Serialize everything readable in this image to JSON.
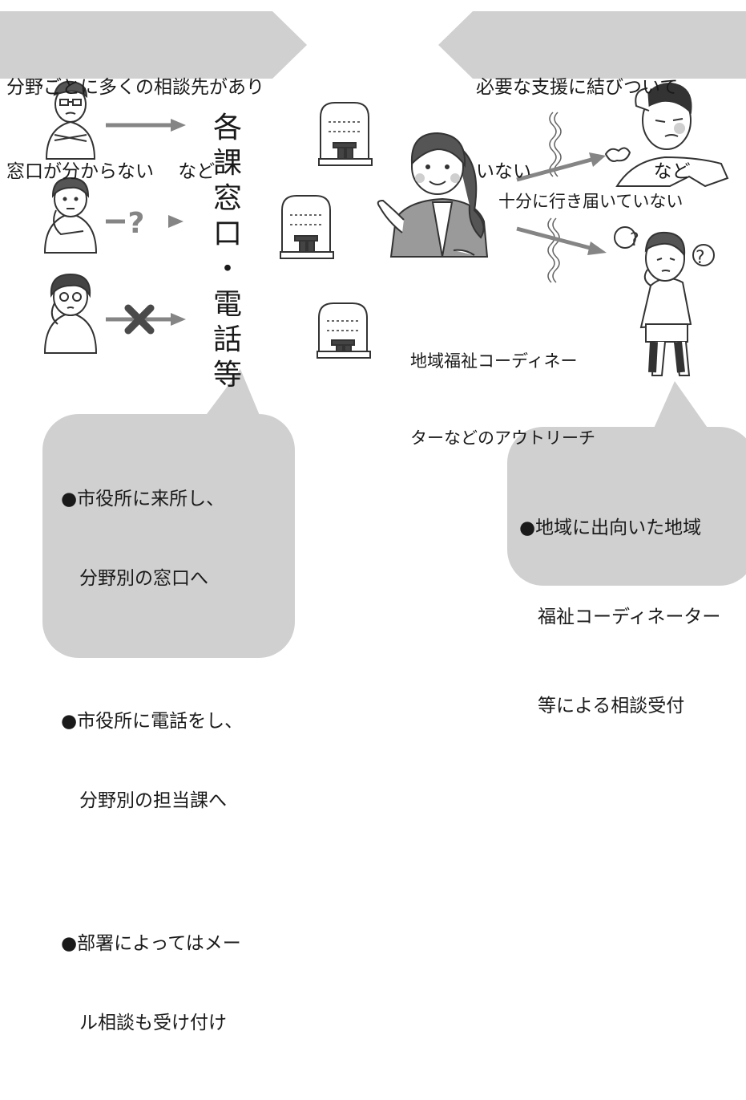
{
  "banners": {
    "left": {
      "line1": "分野ごとに多くの相談先があり",
      "line2": "窓口が分からない　 など"
    },
    "right": {
      "line1": "必要な支援に結びついて",
      "line2": "いない　　　　　　  など"
    }
  },
  "arrow_question_mark": "?",
  "vertical_label": [
    "各",
    "課",
    "窓",
    "口",
    "・",
    "電",
    "話",
    "等"
  ],
  "labels": {
    "not_reached": "十分に行き届いていない",
    "outreach_line1": "地域福祉コーディネー",
    "outreach_line2": "ターなどのアウトリーチ"
  },
  "left_bubble": {
    "items": [
      {
        "line1": "●市役所に来所し、",
        "line2": "　分野別の窓口へ"
      },
      {
        "line1": "●市役所に電話をし、",
        "line2": "　分野別の担当課へ"
      },
      {
        "line1": "●部署によってはメー",
        "line2": "　ル相談も受け付け"
      }
    ]
  },
  "right_bubble": {
    "line1": "●地域に出向いた地域",
    "line2": "　福祉コーディネーター",
    "line3": "　等による相談受付"
  },
  "colors": {
    "callout_fill": "#d0d0d0",
    "arrow_gray": "#858585",
    "cross": "#4a4a4a",
    "text": "#1a1a1a"
  }
}
